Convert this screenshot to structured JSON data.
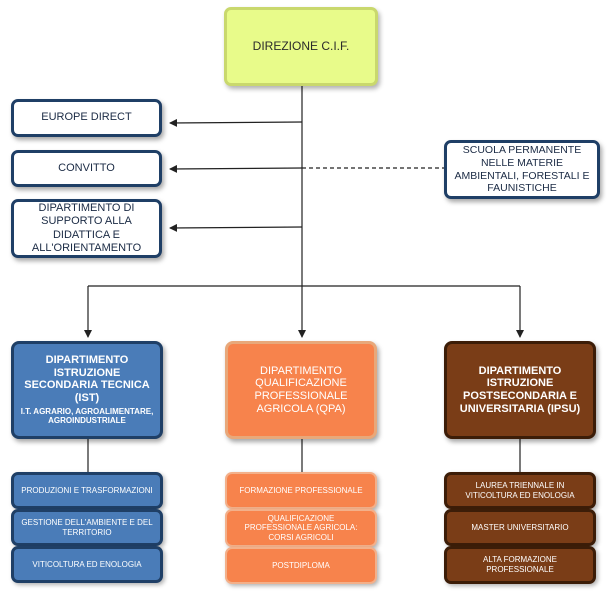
{
  "root": {
    "label": "DIREZIONE C.I.F."
  },
  "side": [
    {
      "label": "EUROPE DIRECT"
    },
    {
      "label": "CONVITTO"
    },
    {
      "label": "DIPARTIMENTO DI SUPPORTO ALLA DIDATTICA E ALL'ORIENTAMENTO"
    }
  ],
  "school": {
    "label": "SCUOLA PERMANENTE NELLE MATERIE AMBIENTALI, FORESTALI E FAUNISTICHE"
  },
  "departments": [
    {
      "title": "DIPARTIMENTO ISTRUZIONE SECONDARIA TECNICA (IST)",
      "subtitle": "I.T. AGRARIO, AGROALIMENTARE, AGROINDUSTRIALE",
      "color": "#4a7cb8",
      "items": [
        "PRODUZIONI E TRASFORMAZIONI",
        "GESTIONE DELL'AMBIENTE E DEL TERRITORIO",
        "VITICOLTURA ED ENOLOGIA"
      ]
    },
    {
      "title": "DIPARTIMENTO QUALIFICAZIONE PROFESSIONALE AGRICOLA (QPA)",
      "subtitle": "",
      "color": "#f7834c",
      "items": [
        "FORMAZIONE PROFESSIONALE",
        "QUALIFICAZIONE PROFESSIONALE AGRICOLA: CORSI AGRICOLI",
        "POSTDIPLOMA"
      ]
    },
    {
      "title": "DIPARTIMENTO ISTRUZIONE POSTSECONDARIA E UNIVERSITARIA (IPSU)",
      "subtitle": "",
      "color": "#7a3d17",
      "items": [
        "LAUREA TRIENNALE IN VITICOLTURA ED ENOLOGIA",
        "MASTER UNIVERSITARIO",
        "ALTA FORMAZIONE PROFESSIONALE"
      ]
    }
  ]
}
